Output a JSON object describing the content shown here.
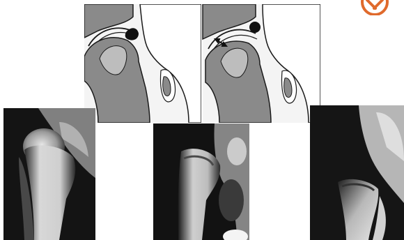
{
  "figure": {
    "diagrams": [
      {
        "name": "hip-diagram-left",
        "marker": "black-dot"
      },
      {
        "name": "hip-diagram-right",
        "marker": "black-dot-with-arrow"
      }
    ],
    "radiographs": [
      {
        "name": "radiograph-left"
      },
      {
        "name": "radiograph-middle"
      },
      {
        "name": "radiograph-right"
      }
    ]
  },
  "logo": {
    "color": "#e06a2c",
    "icon": "circle-x-logo"
  },
  "colors": {
    "diagram_bg": "#f2f2f2",
    "bone_gray": "#8a8a8a",
    "outline": "#1a1a1a",
    "xray_bg": "#111111",
    "xray_bone": "#d8d8d8"
  }
}
